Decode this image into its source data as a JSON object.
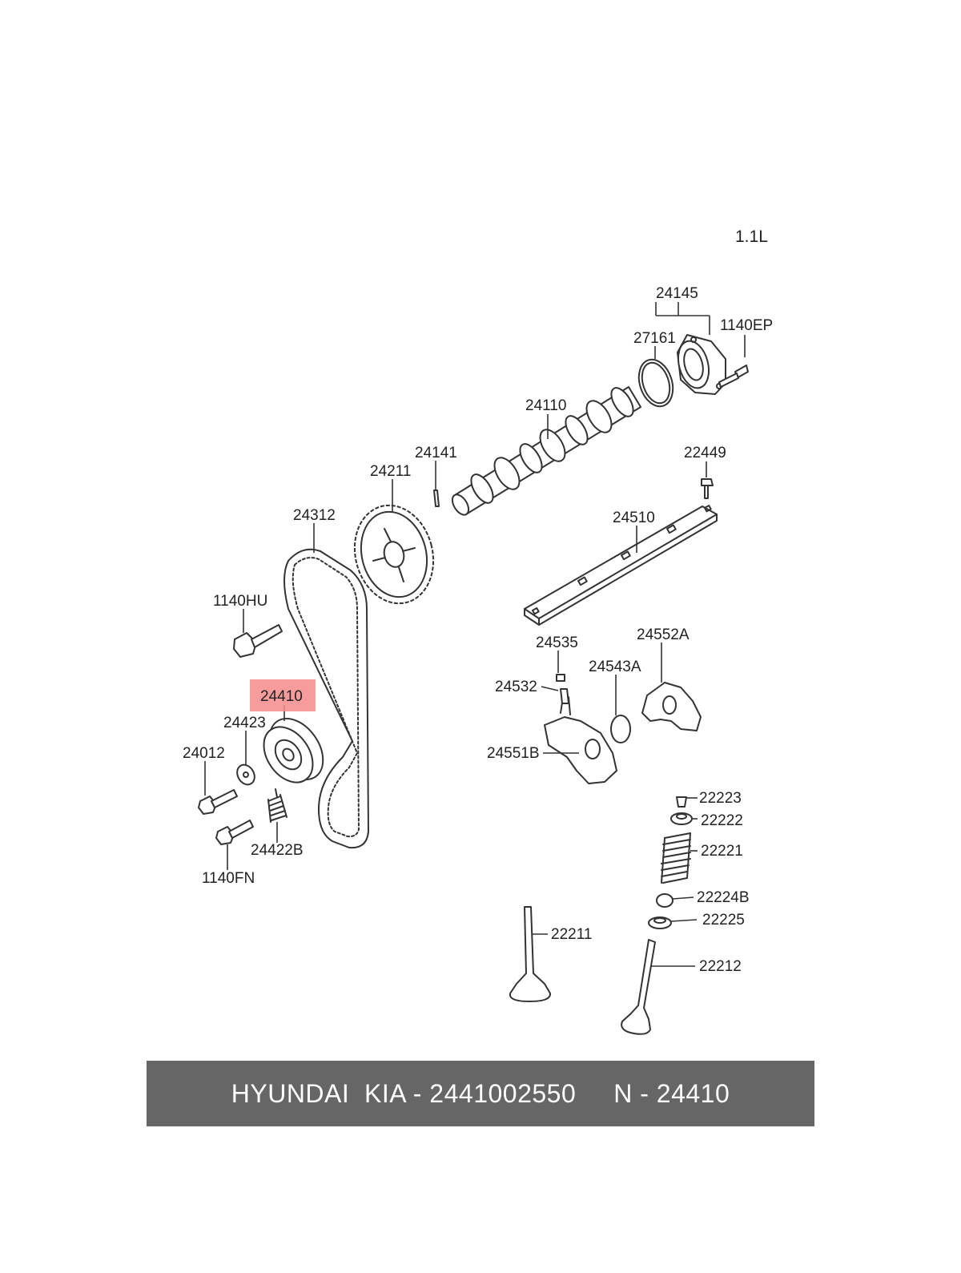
{
  "engine_label": "1.1L",
  "highlight_color": "#f48b8b",
  "footer": {
    "text": "HYUNDAI  KIA - 2441002550     N - 24410",
    "background": "#666666"
  },
  "labels": {
    "p24145": "24145",
    "p1140EP": "1140EP",
    "p27161": "27161",
    "p24110": "24110",
    "p24141": "24141",
    "p24211": "24211",
    "p22449": "22449",
    "p24312": "24312",
    "p24510": "24510",
    "p1140HU": "1140HU",
    "p24535": "24535",
    "p24552A": "24552A",
    "p24543A": "24543A",
    "p24532": "24532",
    "p24410": "24410",
    "p24423": "24423",
    "p24012": "24012",
    "p24551B": "24551B",
    "p22223": "22223",
    "p22222": "22222",
    "p22221": "22221",
    "p24422B": "24422B",
    "p1140FN": "1140FN",
    "p22224B": "22224B",
    "p22225": "22225",
    "p22211": "22211",
    "p22212": "22212"
  }
}
